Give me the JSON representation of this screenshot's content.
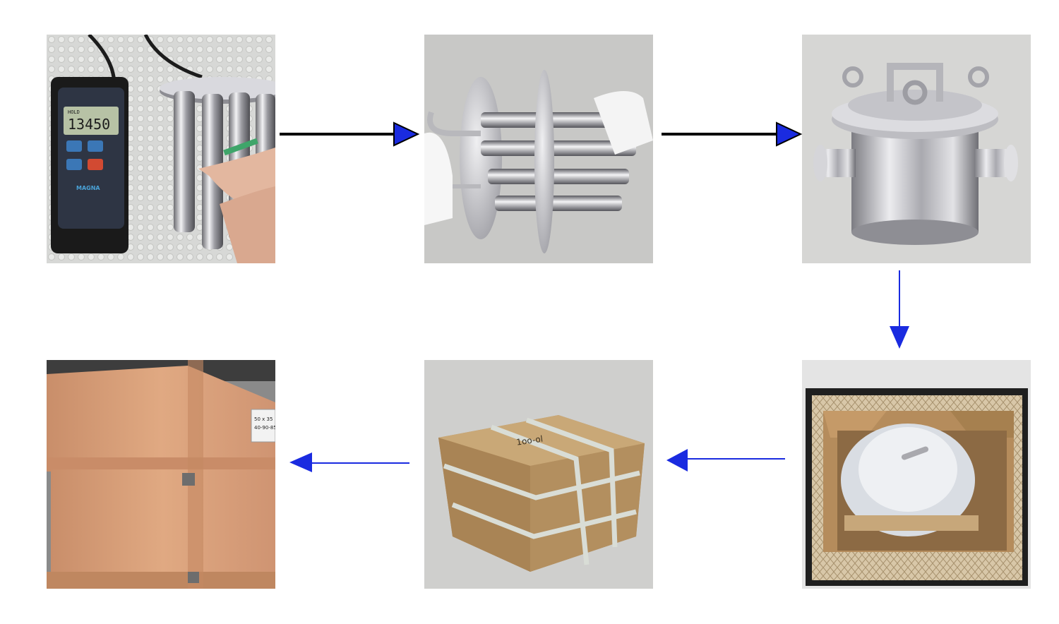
{
  "steps": [
    {
      "id": "step-1",
      "subject": "gauss-meter-testing-magnetic-tubes",
      "meter_reading": "13450",
      "meter_mode": "HOLD",
      "meter_brand": "MAGNA"
    },
    {
      "id": "step-2",
      "subject": "magnetic-core-assembly"
    },
    {
      "id": "step-3",
      "subject": "stainless-steel-magnetic-filter-housing"
    },
    {
      "id": "step-4",
      "subject": "filter-packed-in-carton-with-honeycomb-padding"
    },
    {
      "id": "step-5",
      "subject": "strapped-shipping-carton",
      "box_marking": "1oo-ol"
    },
    {
      "id": "step-6",
      "subject": "wooden-shipping-crate",
      "crate_label_lines": [
        "50 x 35",
        "40-90-85"
      ]
    }
  ],
  "flow": [
    {
      "from": "step-1",
      "to": "step-2",
      "direction": "right",
      "color": "#000000"
    },
    {
      "from": "step-2",
      "to": "step-3",
      "direction": "right",
      "color": "#000000"
    },
    {
      "from": "step-3",
      "to": "step-4",
      "direction": "down",
      "color": "#1a2be0"
    },
    {
      "from": "step-4",
      "to": "step-5",
      "direction": "left",
      "color": "#1a2be0"
    },
    {
      "from": "step-5",
      "to": "step-6",
      "direction": "left",
      "color": "#1a2be0"
    }
  ],
  "colors": {
    "arrow_head": "#1a2be0",
    "arrow_line_black": "#000000",
    "steel": "#c9c9cf",
    "cardboard": "#c8a46e",
    "wood": "#d9a07a"
  }
}
